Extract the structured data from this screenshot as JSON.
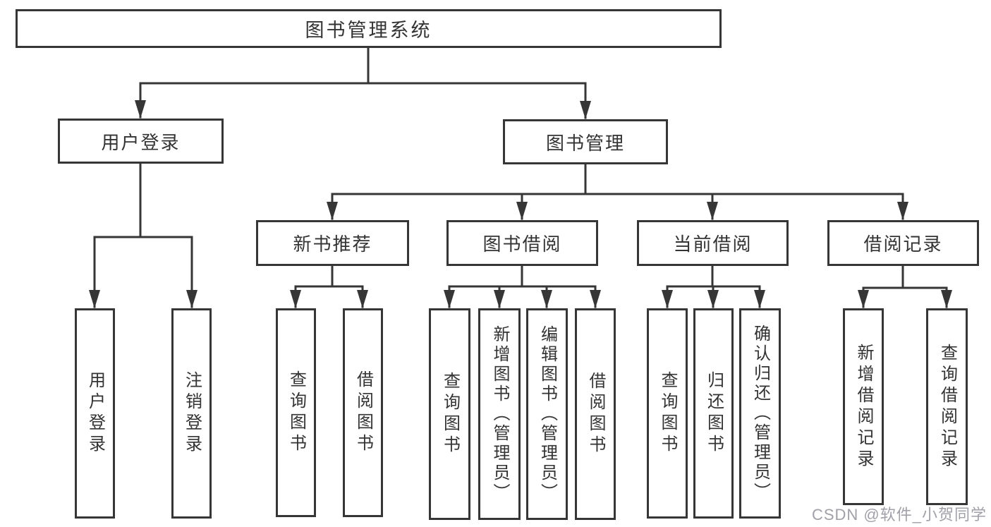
{
  "diagram": {
    "root_label": "图书管理系统",
    "branches": [
      {
        "label": "用户登录",
        "leaves": [
          "用户登录",
          "注销登录"
        ]
      },
      {
        "label": "图书管理",
        "children": [
          {
            "label": "新书推荐",
            "leaves": [
              "查询图书",
              "借阅图书"
            ]
          },
          {
            "label": "图书借阅",
            "leaves": [
              "查询图书",
              "新增图书（管理员）",
              "编辑图书（管理员）",
              "借阅图书"
            ]
          },
          {
            "label": "当前借阅",
            "leaves": [
              "查询图书",
              "归还图书",
              "确认归还（管理员）"
            ]
          },
          {
            "label": "借阅记录",
            "leaves": [
              "新增借阅记录",
              "查询借阅记录"
            ]
          }
        ]
      }
    ]
  },
  "watermark": {
    "text": "CSDN @软件_小贺同学"
  },
  "colors": {
    "line": "#363636",
    "text": "#333333",
    "watermark": "#9b9ba3",
    "background": "#ffffff"
  }
}
